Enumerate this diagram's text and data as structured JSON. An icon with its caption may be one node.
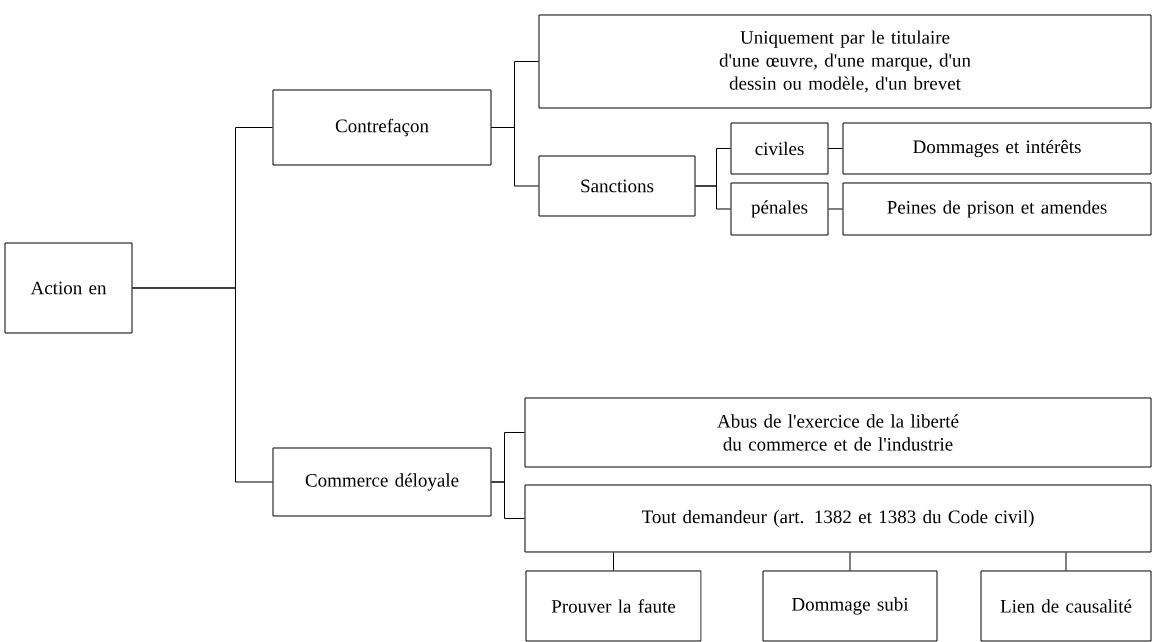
{
  "diagram": {
    "nodes": [
      {
        "text": [
          "Action en"
        ]
      },
      {
        "text": [
          "Contrefaçon"
        ]
      },
      {
        "text": [
          "Uniquement par le titulaire d'une œuvre, d'une marque, d'un dessin ou modèle, d'un brevet"
        ]
      },
      {
        "text": [
          "Sanctions"
        ]
      },
      {
        "text": [
          "civiles"
        ]
      },
      {
        "text": [
          "pénales"
        ]
      },
      {
        "text": [
          "Dommages et intérêts"
        ]
      },
      {
        "text": [
          "Peines de prison et amendes"
        ]
      },
      {
        "text": [
          "Commerce déloyale"
        ]
      },
      {
        "text": [
          "Abus de l'exercice de la liberté du commerce et de l'industrie"
        ]
      },
      {
        "text": [
          "Tout demandeur (art. 1382 et 1383 du Code civil)"
        ]
      },
      {
        "text": [
          "Prouver la faute"
        ]
      },
      {
        "text": [
          "Dommage subi"
        ]
      },
      {
        "text": [
          "Lien de causalité"
        ]
      }
    ],
    "edges": [
      {
        "from": 0,
        "to": 1,
        "arrow": "none"
      },
      {
        "from": 0,
        "to": 8,
        "arrow": "none"
      },
      {
        "from": 1,
        "to": 2,
        "arrow": "none"
      },
      {
        "from": 1,
        "to": 3,
        "arrow": "none"
      },
      {
        "from": 3,
        "to": 4,
        "arrow": "none"
      },
      {
        "from": 3,
        "to": 5,
        "arrow": "none"
      },
      {
        "from": 4,
        "to": 6,
        "arrow": "none"
      },
      {
        "from": 5,
        "to": 7,
        "arrow": "none"
      },
      {
        "from": 8,
        "to": 9,
        "arrow": "none"
      },
      {
        "from": 8,
        "to": 10,
        "arrow": "none"
      },
      {
        "from": 10,
        "to": 11,
        "arrow": "none"
      },
      {
        "from": 10,
        "to": 12,
        "arrow": "none"
      },
      {
        "from": 10,
        "to": 13,
        "arrow": "none"
      }
    ]
  }
}
